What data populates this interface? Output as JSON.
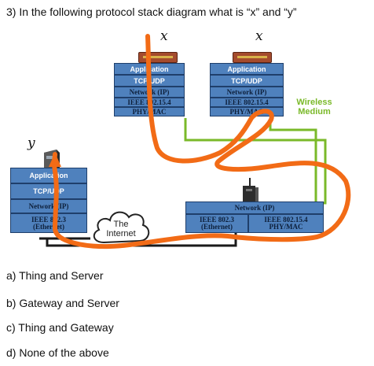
{
  "question": "3)  In the following protocol stack diagram what is “x” and “y”",
  "labels": {
    "x1": "x",
    "x2": "x",
    "y": "y"
  },
  "stack_left_top": [
    "Application",
    "TCP/UDP",
    "Network (IP)",
    "IEEE 802.15.4",
    "PHY/MAC"
  ],
  "stack_right_top": [
    "Application",
    "TCP/UDP",
    "Network (IP)",
    "IEEE 802.15.4",
    "PHY/MAC"
  ],
  "stack_left_bottom": [
    "Application",
    "TCP/UDP",
    "Network (IP)",
    "IEEE 802.3",
    "(Ethernet)"
  ],
  "gateway": {
    "network": "Network (IP)",
    "eth_1": "IEEE 802.3",
    "eth_2": "(Ethernet)",
    "wifi_1": "IEEE 802.15.4",
    "wifi_2": "PHY/MAC"
  },
  "wireless_label": [
    "Wireless",
    "Medium"
  ],
  "cloud_label": [
    "The",
    "Internet"
  ],
  "answers": [
    "a) Thing and Server",
    "b) Gateway and Server",
    "c) Thing and Gateway",
    "d) None of the above"
  ],
  "colors": {
    "layer": "#4f81bd",
    "wire": "#7ab929",
    "path": "#f26b16"
  }
}
